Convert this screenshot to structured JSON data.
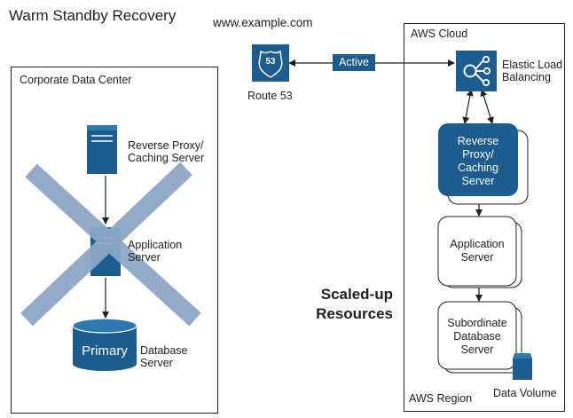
{
  "diagram": {
    "title": "Warm Standby Recovery",
    "url": "www.example.com",
    "route53_label": "Route 53",
    "route53_badge": "53",
    "active_label": "Active",
    "corporate": {
      "title": "Corporate Data Center",
      "proxy_label_1": "Reverse Proxy/",
      "proxy_label_2": "Caching Server",
      "app_label_1": "Application",
      "app_label_2": "Server",
      "db_label_1": "Database",
      "db_label_2": "Server",
      "primary_label": "Primary"
    },
    "aws": {
      "title": "AWS Cloud",
      "elb_label_1": "Elastic Load",
      "elb_label_2": "Balancing",
      "proxy_1": "Reverse",
      "proxy_2": "Proxy/",
      "proxy_3": "Caching",
      "proxy_4": "Server",
      "app_1": "Application",
      "app_2": "Server",
      "db_1": "Subordinate",
      "db_2": "Database",
      "db_3": "Server",
      "data_volume": "Data Volume",
      "region": "AWS Region"
    },
    "scaled_1": "Scaled-up",
    "scaled_2": "Resources"
  },
  "colors": {
    "aws_blue": "#1c5c8f",
    "cross": "#8ea6c8",
    "line": "#231f20"
  }
}
